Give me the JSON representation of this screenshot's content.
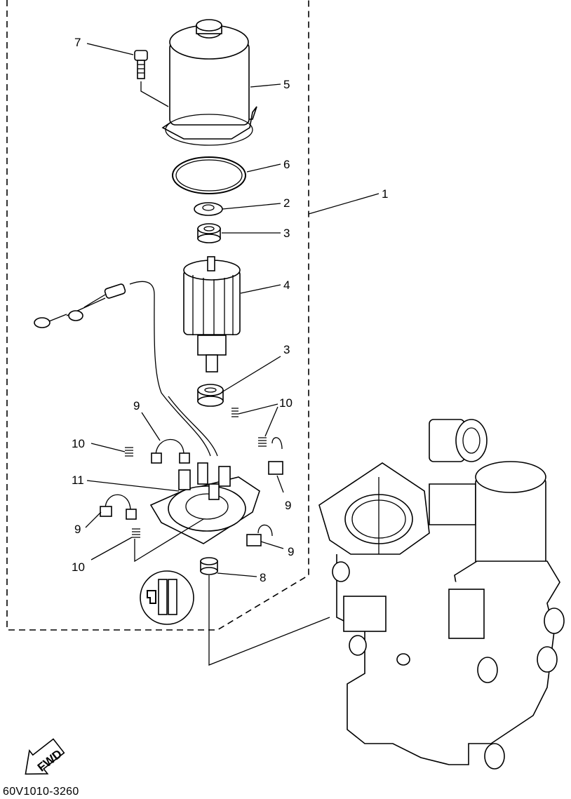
{
  "diagram": {
    "drawing_code": "60V1010-3260",
    "fwd_label": "FWD",
    "callouts": [
      {
        "id": "c1",
        "label": "1"
      },
      {
        "id": "c2",
        "label": "2"
      },
      {
        "id": "c3a",
        "label": "3"
      },
      {
        "id": "c3b",
        "label": "3"
      },
      {
        "id": "c4",
        "label": "4"
      },
      {
        "id": "c5",
        "label": "5"
      },
      {
        "id": "c6",
        "label": "6"
      },
      {
        "id": "c7",
        "label": "7"
      },
      {
        "id": "c8",
        "label": "8"
      },
      {
        "id": "c9a",
        "label": "9"
      },
      {
        "id": "c9b",
        "label": "9"
      },
      {
        "id": "c9c",
        "label": "9"
      },
      {
        "id": "c9d",
        "label": "9"
      },
      {
        "id": "c10a",
        "label": "10"
      },
      {
        "id": "c10b",
        "label": "10"
      },
      {
        "id": "c10c",
        "label": "10"
      },
      {
        "id": "c11",
        "label": "11"
      }
    ]
  }
}
